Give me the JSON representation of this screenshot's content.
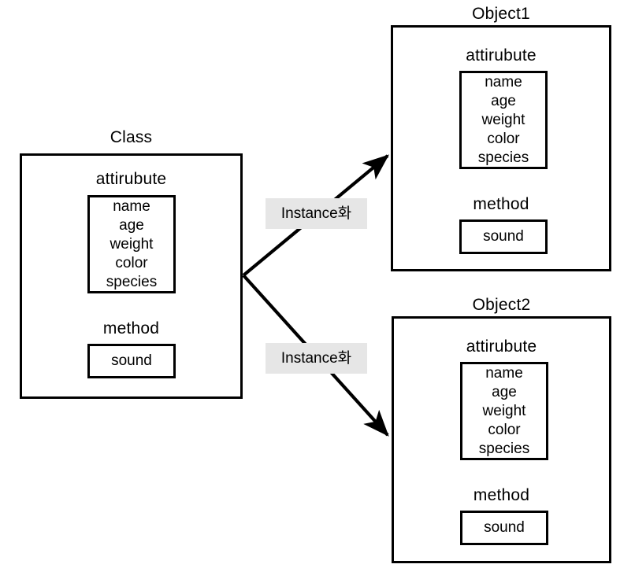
{
  "diagram": {
    "type": "class-instantiation-diagram",
    "background_color": "#ffffff",
    "stroke_color": "#000000",
    "label_background_color": "#e6e6e6",
    "nodes": [
      {
        "id": "class",
        "title": "Class",
        "sections": [
          {
            "heading": "attirubute",
            "items": [
              "name",
              "age",
              "weight",
              "color",
              "species"
            ]
          },
          {
            "heading": "method",
            "items": [
              "sound"
            ]
          }
        ]
      },
      {
        "id": "object1",
        "title": "Object1",
        "sections": [
          {
            "heading": "attirubute",
            "items": [
              "name",
              "age",
              "weight",
              "color",
              "species"
            ]
          },
          {
            "heading": "method",
            "items": [
              "sound"
            ]
          }
        ]
      },
      {
        "id": "object2",
        "title": "Object2",
        "sections": [
          {
            "heading": "attirubute",
            "items": [
              "name",
              "age",
              "weight",
              "color",
              "species"
            ]
          },
          {
            "heading": "method",
            "items": [
              "sound"
            ]
          }
        ]
      }
    ],
    "edges": [
      {
        "id": "edge-class-object1",
        "from": "class",
        "to": "object1",
        "label": "Instance화"
      },
      {
        "id": "edge-class-object2",
        "from": "class",
        "to": "object2",
        "label": "Instance화"
      }
    ]
  }
}
